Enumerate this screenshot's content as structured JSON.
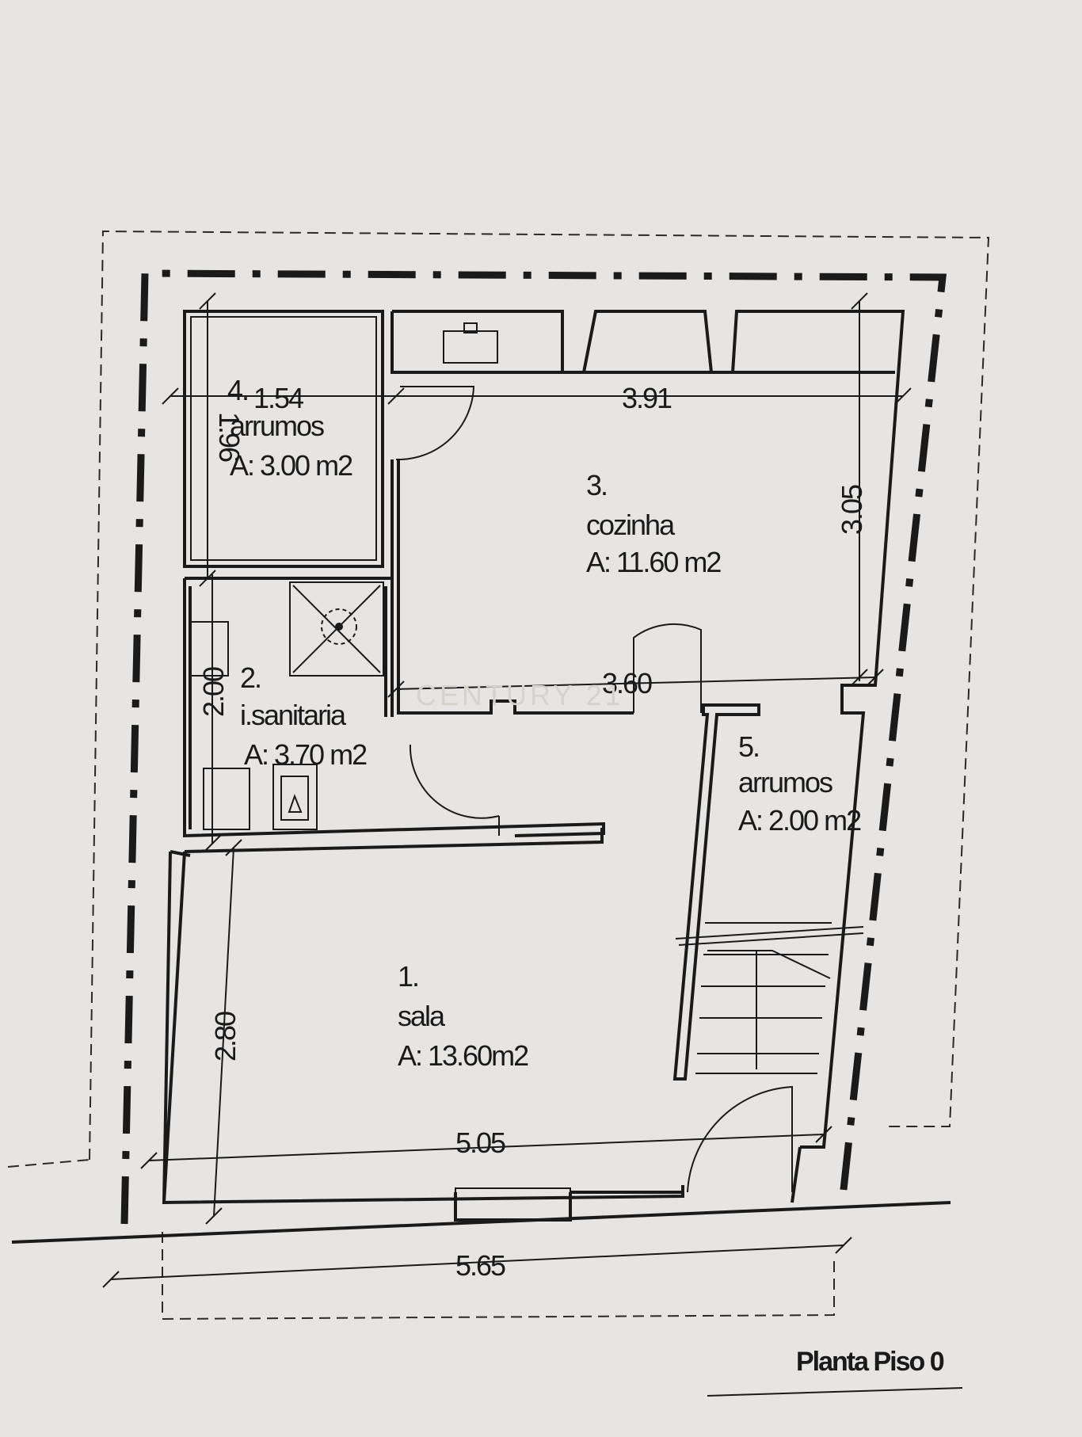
{
  "rooms": [
    {
      "num": "4.",
      "name": "arrumos",
      "area": "A: 3.00 m2"
    },
    {
      "num": "2.",
      "name": "i.sanitaria",
      "area": "A: 3.70 m2"
    },
    {
      "num": "3.",
      "name": "cozinha",
      "area": "A: 11.60 m2"
    },
    {
      "num": "5.",
      "name": "arrumos",
      "area": "A: 2.00 m2"
    },
    {
      "num": "1.",
      "name": "sala",
      "area": "A: 13.60m2"
    }
  ],
  "dimensions": {
    "d_154": "1.54",
    "d_196": "1.96",
    "d_391": "3.91",
    "d_305": "3.05",
    "d_360": "3.60",
    "d_200": "2.00",
    "d_280": "2.80",
    "d_505": "5.05",
    "d_565": "5.65"
  },
  "title": "Planta Piso 0",
  "watermark": "CENTURY 21"
}
